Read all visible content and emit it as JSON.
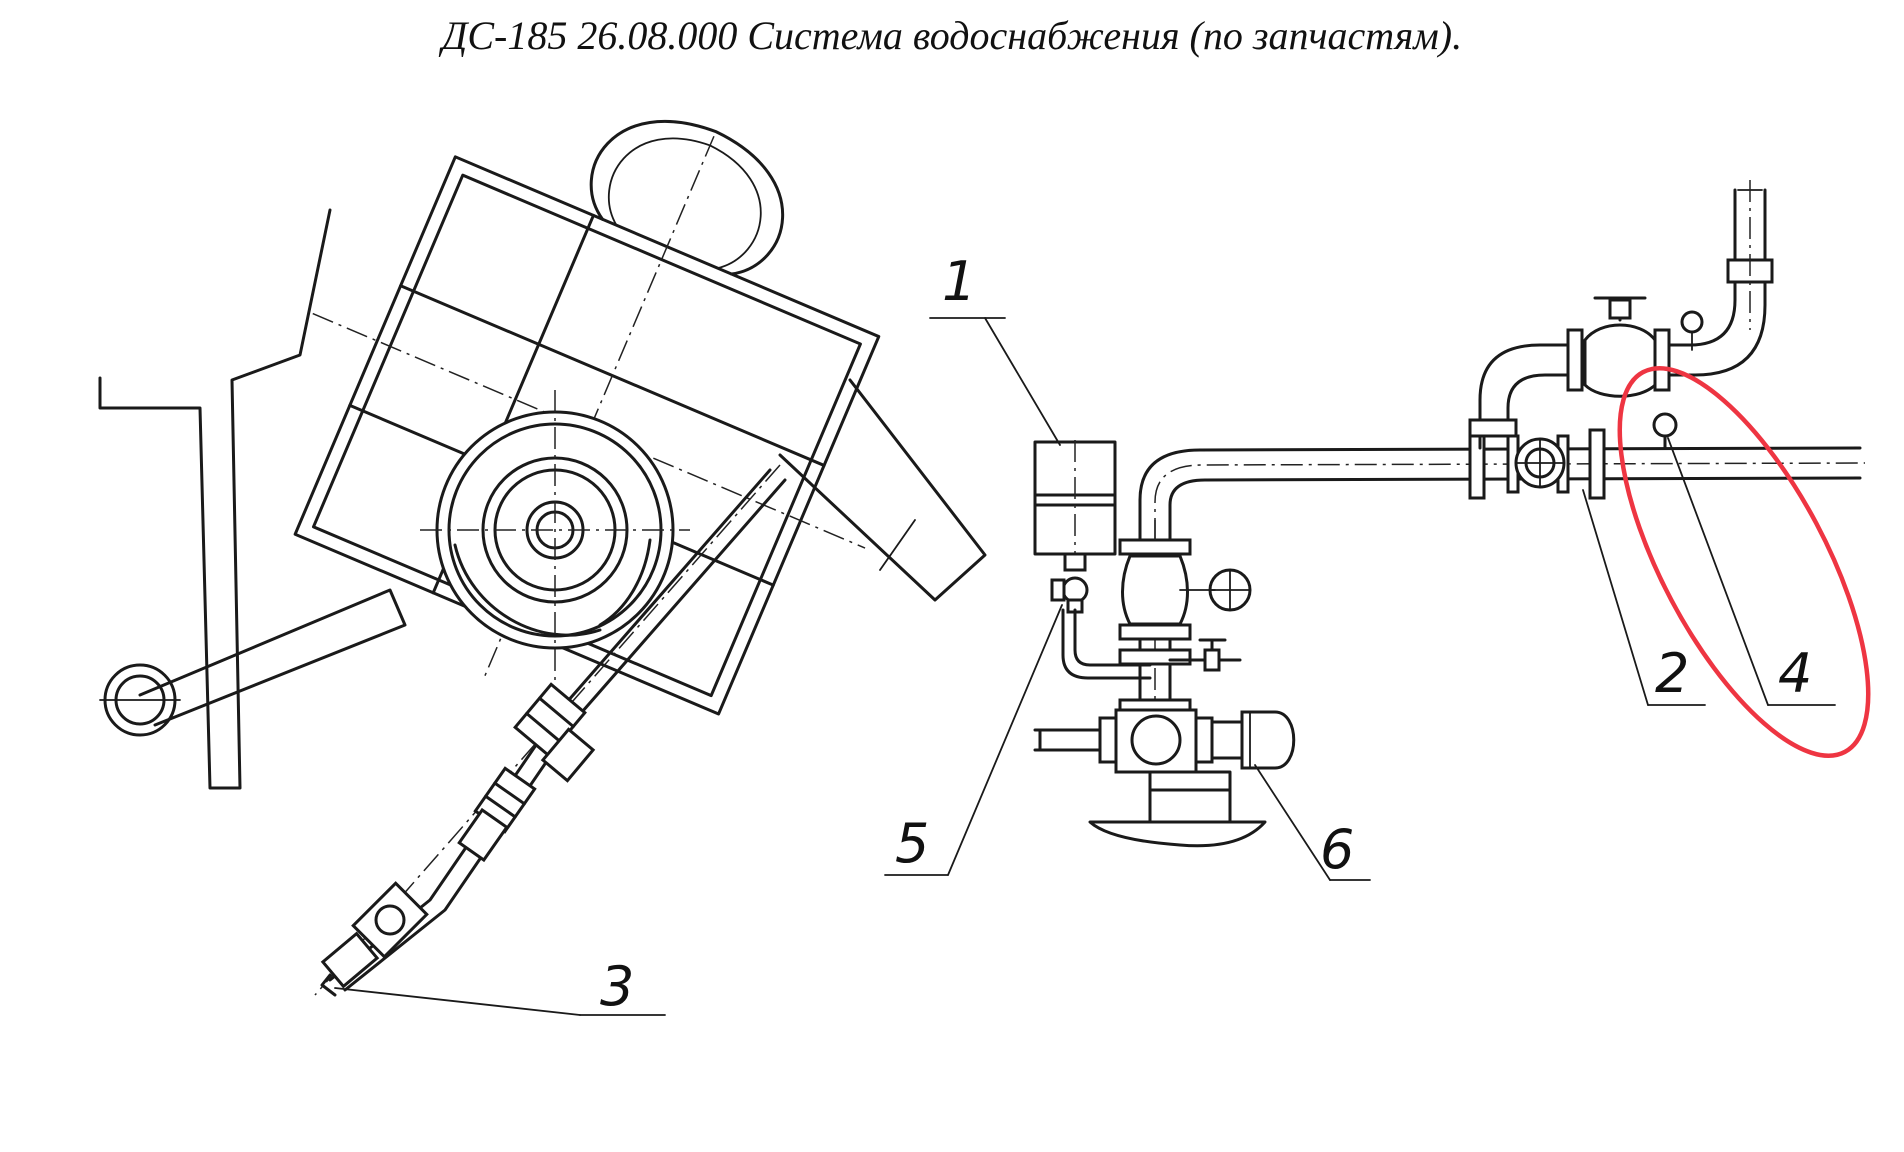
{
  "title": "ДС-185 26.08.000 Система водоснабжения (по запчастям).",
  "callouts": {
    "c1": "1",
    "c2": "2",
    "c3": "3",
    "c4": "4",
    "c5": "5",
    "c6": "6"
  },
  "highlight": {
    "target": "4",
    "color": "#ee3542"
  }
}
